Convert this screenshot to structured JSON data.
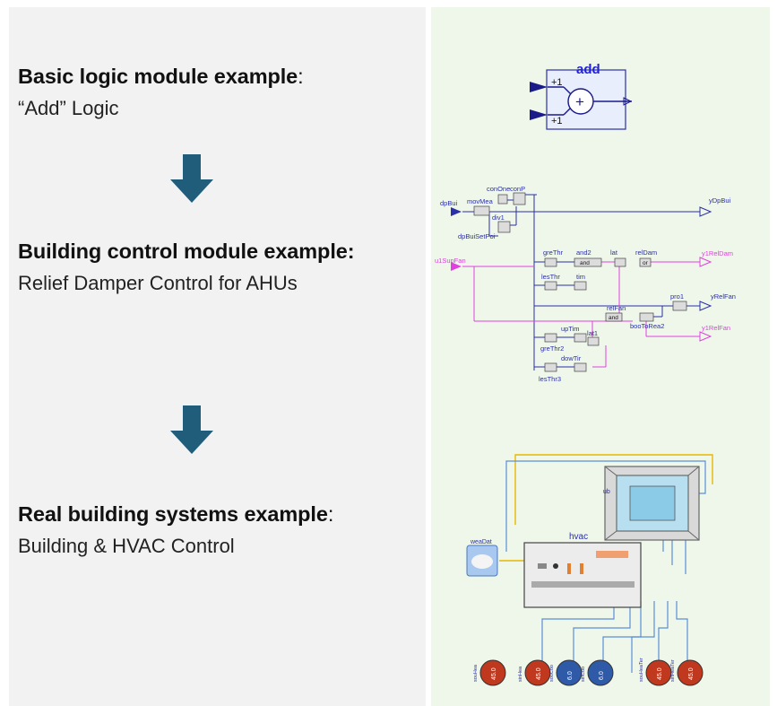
{
  "sections": [
    {
      "heading": "Basic logic module example",
      "heading_suffix": ":",
      "subtitle": "“Add” Logic"
    },
    {
      "heading": "Building control module example:",
      "heading_suffix": "",
      "subtitle": "Relief Damper Control for AHUs"
    },
    {
      "heading": "Real building systems example",
      "heading_suffix": ":",
      "subtitle": "Building & HVAC Control"
    }
  ],
  "add_block": {
    "title": "add",
    "gain1": "+1",
    "gain2": "+1"
  },
  "relief_diagram": {
    "inputs": [
      "dpBui",
      "u1SupFan"
    ],
    "outputs": [
      "yDpBui",
      "y1RelDam",
      "yRelFan",
      "y1RelFan"
    ],
    "blocks": [
      "conOne",
      "conP",
      "movMea",
      "div1",
      "dpBuiSetPoi",
      "greThr",
      "and2",
      "lat",
      "relDam",
      "lesThr",
      "tim",
      "pro1",
      "relFan",
      "booToRea2",
      "upTim",
      "lat1",
      "greThr2",
      "dowTir",
      "lesThr3"
    ],
    "and_label": "and",
    "or_label": "or"
  },
  "hvac_diagram": {
    "weather_label": "weaDat",
    "hvac_label": "hvac",
    "zone_label": "ub",
    "dial_names": [
      "souHea",
      "sinHea",
      "souCoo",
      "sinCoo",
      "souHeaTer",
      "sinHeaTer"
    ],
    "dial_values": [
      "45.0",
      "45.0",
      "6.0",
      "6.0",
      "45.0",
      "45.0"
    ]
  },
  "colors": {
    "arrow": "#1f5d7a",
    "signal": "#2b2fa8",
    "boolean": "#e040e0",
    "dial_hot": "#c0391f",
    "dial_cold": "#2f5aa8"
  }
}
